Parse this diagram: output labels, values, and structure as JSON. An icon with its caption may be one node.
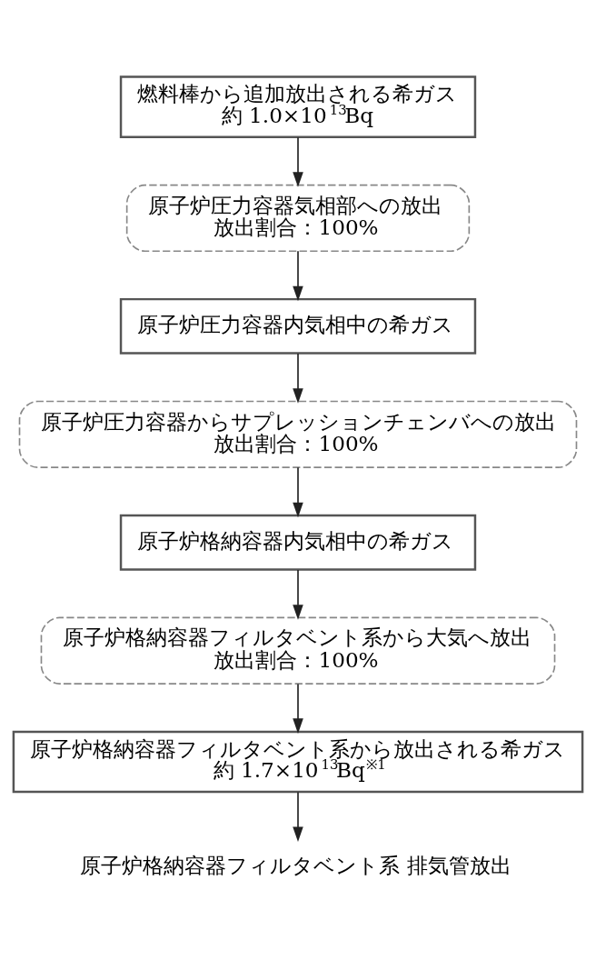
{
  "diagram": {
    "nodes": [
      {
        "text": [
          "燃料棒から追加放出される希ガス",
          "約 1.0×10$^{13}$Bq"
        ]
      },
      {
        "text": [
          "原子炉圧力容器気相部への放出",
          "放出割合：100%"
        ]
      },
      {
        "text": [
          "原子炉圧力容器内気相中の希ガス"
        ]
      },
      {
        "text": [
          "原子炉圧力容器からサプレッションチェンバへの放出",
          "放出割合：100%"
        ]
      },
      {
        "text": [
          "原子炉格納容器内気相中の希ガス"
        ]
      },
      {
        "text": [
          "原子炉格納容器フィルタベント系から大気へ放出",
          "放出割合：100%"
        ]
      },
      {
        "text": [
          "原子炉格納容器フィルタベント系から放出される希ガス",
          "約 1.7×10$^{13}$Bq$^{※1}$"
        ]
      },
      {
        "text": [
          "原子炉格納容器フィルタベント系 排気管放出"
        ]
      }
    ],
    "edges": [
      {
        "from": 0,
        "to": 1,
        "arrow": "to"
      },
      {
        "from": 1,
        "to": 2,
        "arrow": "to"
      },
      {
        "from": 2,
        "to": 3,
        "arrow": "to"
      },
      {
        "from": 3,
        "to": 4,
        "arrow": "to"
      },
      {
        "from": 4,
        "to": 5,
        "arrow": "to"
      },
      {
        "from": 5,
        "to": 6,
        "arrow": "to"
      },
      {
        "from": 6,
        "to": 7,
        "arrow": "to"
      }
    ]
  }
}
